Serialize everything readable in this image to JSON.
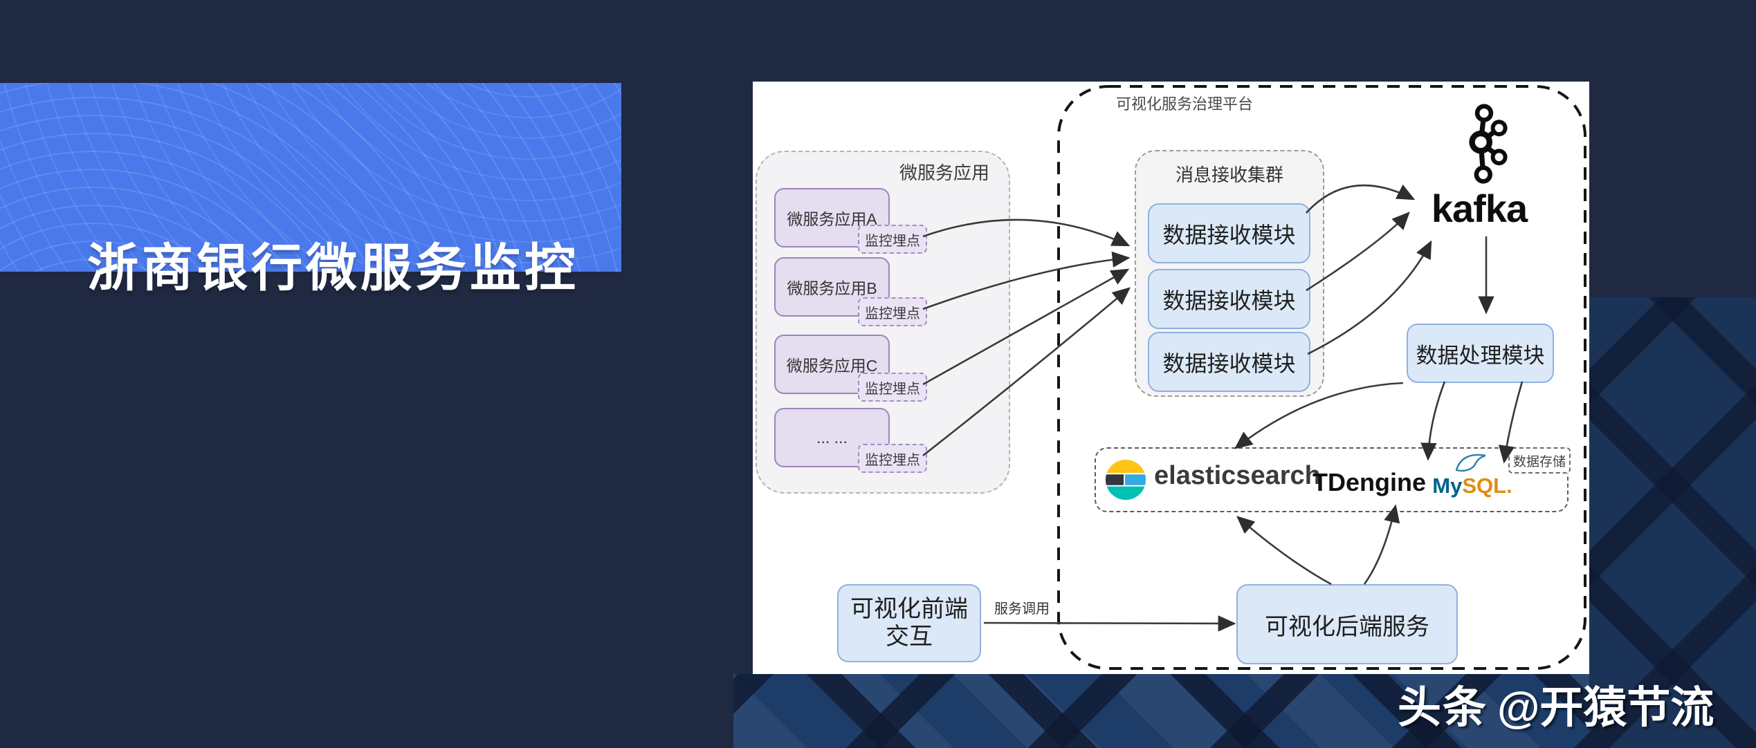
{
  "banner": {
    "title": "浙商银行微服务监控"
  },
  "watermark": {
    "platform": "头条",
    "handle": "@开猿节流"
  },
  "colors": {
    "background_navy": "#1f2942",
    "banner_blue": "#4a79ec",
    "box_blue_fill": "#dbe8f8",
    "box_blue_border": "#8fb1e0",
    "app_purple_fill": "#e5ddf0",
    "app_purple_border": "#9c84ba",
    "es_yellow": "#fec514",
    "es_dark": "#343741",
    "es_blue": "#36a9e1",
    "es_teal": "#00bfb3",
    "mysql_blue": "#00618a",
    "mysql_orange": "#e08c13"
  },
  "diagram": {
    "platform_label": "可视化服务治理平台",
    "microservices_group": {
      "label": "微服务应用",
      "apps": [
        {
          "name": "微服务应用A",
          "badge": "监控埋点"
        },
        {
          "name": "微服务应用B",
          "badge": "监控埋点"
        },
        {
          "name": "微服务应用C",
          "badge": "监控埋点"
        },
        {
          "name": "... ...",
          "badge": "监控埋点"
        }
      ]
    },
    "message_cluster": {
      "label": "消息接收集群",
      "modules": [
        "数据接收模块",
        "数据接收模块",
        "数据接收模块"
      ]
    },
    "kafka_label": "kafka",
    "processing_label": "数据处理模块",
    "storage": {
      "tag": "数据存储",
      "elasticsearch": "elasticsearch",
      "tdengine": "TDengine",
      "mysql_my": "My",
      "mysql_sql": "SQL."
    },
    "frontend_label": "可视化前端交互",
    "backend_label": "可视化后端服务",
    "service_call_label": "服务调用"
  }
}
